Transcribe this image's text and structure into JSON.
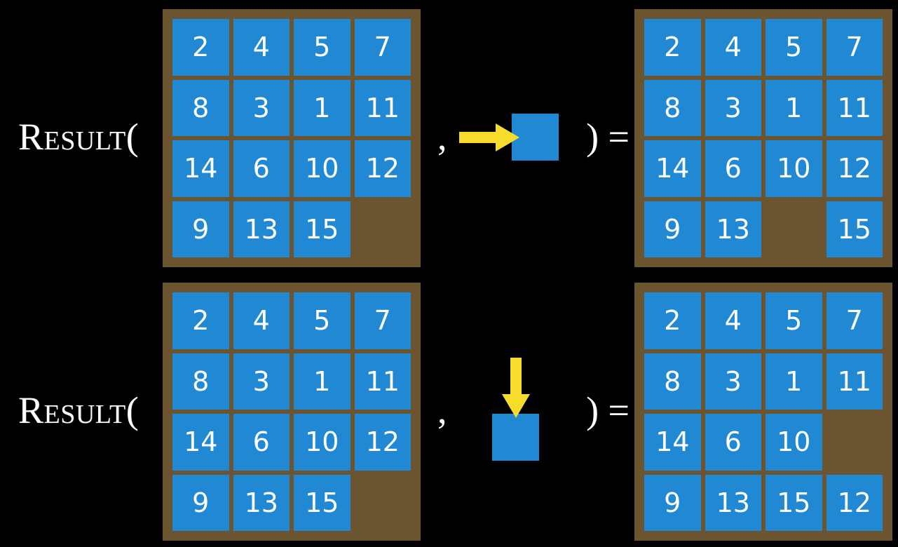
{
  "page": {
    "background_color": "#000000",
    "title": "Result function on sliding tile puzzle"
  },
  "theme": {
    "tile_color": "#2189D4",
    "board_color": "#6B5430",
    "arrow_color": "#F7DC2B",
    "text_color": "#FFFFFF",
    "blank_label": ""
  },
  "rows": [
    {
      "label": "Result(",
      "comma": ",",
      "close": ") =",
      "action": {
        "icon": "arrow-right-icon",
        "direction": "right",
        "tile_label": ""
      },
      "input_board": {
        "name": "input-board-row-1",
        "rows": [
          [
            "2",
            "4",
            "5",
            "7"
          ],
          [
            "8",
            "3",
            "1",
            "11"
          ],
          [
            "14",
            "6",
            "10",
            "12"
          ],
          [
            "9",
            "13",
            "15",
            ""
          ]
        ]
      },
      "output_board": {
        "name": "output-board-row-1",
        "rows": [
          [
            "2",
            "4",
            "5",
            "7"
          ],
          [
            "8",
            "3",
            "1",
            "11"
          ],
          [
            "14",
            "6",
            "10",
            "12"
          ],
          [
            "9",
            "13",
            "",
            "15"
          ]
        ]
      }
    },
    {
      "label": "Result(",
      "comma": ",",
      "close": ") =",
      "action": {
        "icon": "arrow-down-icon",
        "direction": "down",
        "tile_label": ""
      },
      "input_board": {
        "name": "input-board-row-2",
        "rows": [
          [
            "2",
            "4",
            "5",
            "7"
          ],
          [
            "8",
            "3",
            "1",
            "11"
          ],
          [
            "14",
            "6",
            "10",
            "12"
          ],
          [
            "9",
            "13",
            "15",
            ""
          ]
        ]
      },
      "output_board": {
        "name": "output-board-row-2",
        "rows": [
          [
            "2",
            "4",
            "5",
            "7"
          ],
          [
            "8",
            "3",
            "1",
            "11"
          ],
          [
            "14",
            "6",
            "10",
            ""
          ],
          [
            "9",
            "13",
            "15",
            "12"
          ]
        ]
      }
    }
  ]
}
